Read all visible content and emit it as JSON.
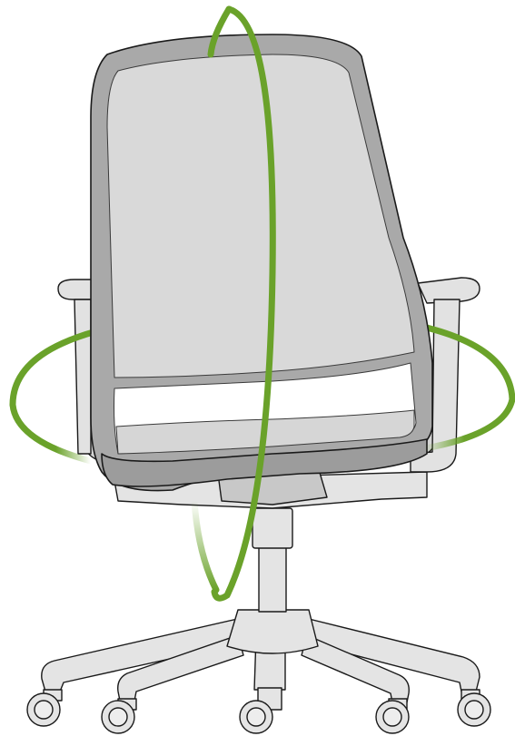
{
  "diagram": {
    "subject": "office-chair",
    "motion_indicators": [
      "vertical-rotation-ring",
      "horizontal-rotation-ring"
    ],
    "colors": {
      "background": "#ffffff",
      "accent_ring": "#6aa22a",
      "accent_ring_fade": "#e7f1da",
      "frame_gray": "#a9a9a9",
      "frame_dark": "#9c9c9c",
      "mesh_gray": "#d9d9d9",
      "seat_gray": "#cfcfcf",
      "base_gray": "#e4e4e4",
      "outline": "#1a1a1a"
    }
  }
}
